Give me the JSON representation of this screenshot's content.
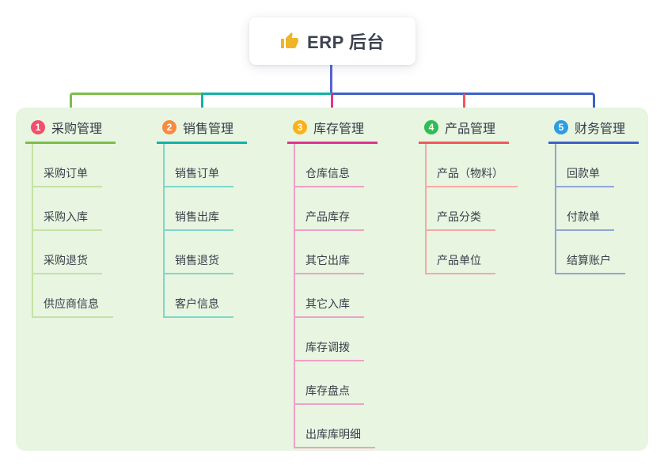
{
  "root": {
    "title": "ERP 后台",
    "icon": "thumbs-up-icon"
  },
  "branches": [
    {
      "num": "1",
      "label": "采购管理",
      "color": "#7cbd4c",
      "light_color": "#c5e2a4",
      "badge_color": "#f1506c",
      "items": [
        "采购订单",
        "采购入库",
        "采购退货",
        "供应商信息"
      ]
    },
    {
      "num": "2",
      "label": "销售管理",
      "color": "#14b2a6",
      "light_color": "#7fd6cc",
      "badge_color": "#f68b41",
      "items": [
        "销售订单",
        "销售出库",
        "销售退货",
        "客户信息"
      ]
    },
    {
      "num": "3",
      "label": "库存管理",
      "color": "#e1348f",
      "light_color": "#f09fc8",
      "badge_color": "#fbb118",
      "items": [
        "仓库信息",
        "产品库存",
        "其它出库",
        "其它入库",
        "库存调拨",
        "库存盘点",
        "出库库明细"
      ]
    },
    {
      "num": "4",
      "label": "产品管理",
      "color": "#f25858",
      "light_color": "#f6a9a5",
      "badge_color": "#2ebd54",
      "items": [
        "产品（物料）",
        "产品分类",
        "产品单位"
      ]
    },
    {
      "num": "5",
      "label": "财务管理",
      "color": "#3d61c8",
      "light_color": "#90a5d9",
      "badge_color": "#2d9de2",
      "items": [
        "回款单",
        "付款单",
        "结算账户"
      ]
    }
  ],
  "colors": {
    "panel_bg": "#e7f5e1",
    "root_stem": "#5563d4",
    "title_text": "#3e4351",
    "node_text": "#3a3f49",
    "thumb_icon": "#f0b429"
  }
}
